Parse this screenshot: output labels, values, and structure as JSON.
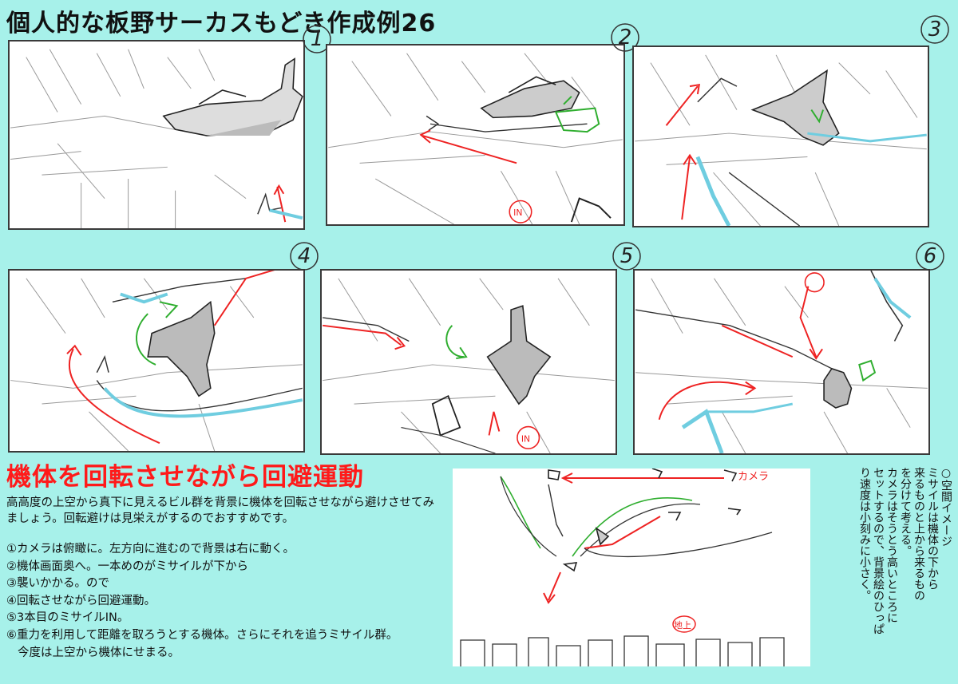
{
  "title": "個人的な板野サーカスもどき作成例26",
  "panels": [
    {
      "number": "1"
    },
    {
      "number": "2"
    },
    {
      "number": "3"
    },
    {
      "number": "4"
    },
    {
      "number": "5"
    },
    {
      "number": "6"
    }
  ],
  "panel_labels": {
    "p2_in": "IN",
    "p5_in": "IN"
  },
  "headline": "機体を回転させながら回避運動",
  "description": "高高度の上空から真下に見えるビル群を背景に機体を回転させながら避けさせてみましょう。回転避けは見栄えがするのでおすすめです。",
  "steps": [
    "①カメラは俯瞰に。左方向に進むので背景は右に動く。",
    "②機体画面奥へ。一本めのがミサイルが下から",
    "③襲いかかる。ので",
    "④回転させながら回避運動。",
    "⑤3本目のミサイルIN。",
    "⑥重力を利用して距離を取ろうとする機体。さらにそれを追うミサイル群。",
    "今度は上空から機体にせまる。"
  ],
  "diagram": {
    "camera_label": "カメラ",
    "ground_label": "地上"
  },
  "space_note": {
    "lines": [
      "○空間イメージ",
      "ミサイルは機体の下から",
      "来るものと上から来るもの",
      "を分けて考える。",
      "カメラはそうとう高いところに",
      "セットするので、背景絵のひっぱ",
      "り速度は小刻みに小さく。"
    ]
  },
  "colors": {
    "background": "#a7f1ea",
    "accent_red": "#ff1a1a",
    "sketch_green": "#2fae2f",
    "water_blue": "#6fcde0"
  }
}
